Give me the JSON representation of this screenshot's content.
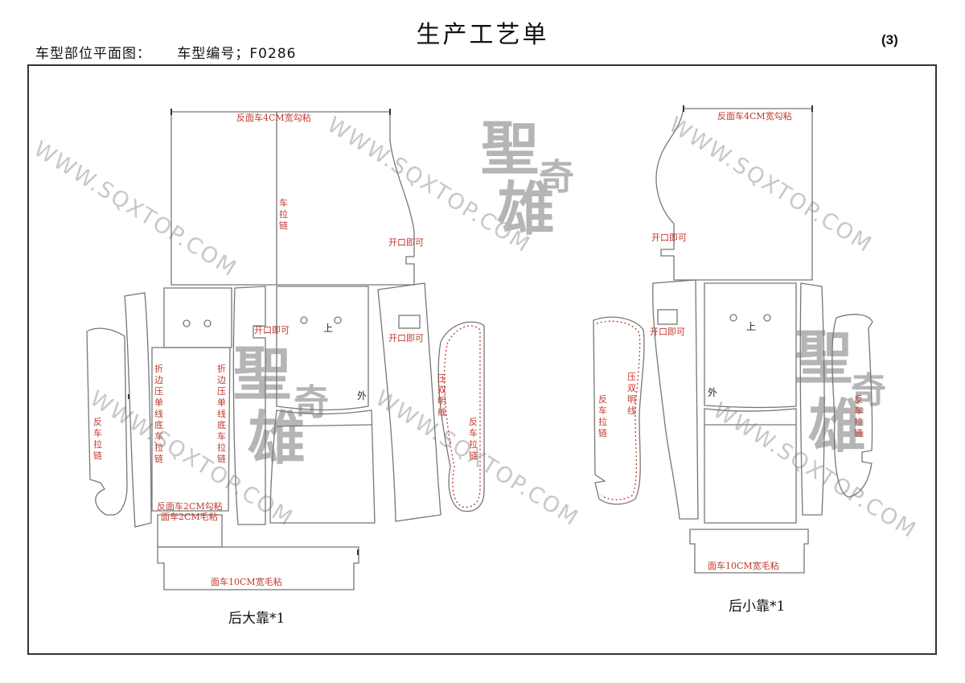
{
  "header": {
    "title": "生产工艺单",
    "page_number": "(3)",
    "label_plan_view": "车型部位平面图：",
    "label_model_number": "车型编号；F0286"
  },
  "watermark": {
    "text": "WWW.SQXTOP.COM",
    "logo_top": "聖",
    "logo_mid": "奇",
    "logo_bottom": "雄"
  },
  "left_piece": {
    "caption": "后大靠*1",
    "top_note": "反面车4CM宽勾粘",
    "zipper_note": "车拉链",
    "opening_right": "开口即可",
    "opening_center": "开口即可",
    "opening_side": "开口即可",
    "up_mark": "上",
    "out_mark": "外",
    "fold_edge_left": "折边压单线底车拉链",
    "fold_edge_right": "折边压单线底车拉链",
    "reverse_zipper_left": "反车拉链",
    "reverse_zipper_right": "反车拉链",
    "double_stitch": "压双明线",
    "bottom_note_1": "反面车2CM勾粘",
    "bottom_note_2": "面车2CM毛粘",
    "base_note": "面车10CM宽毛粘"
  },
  "right_piece": {
    "caption": "后小靠*1",
    "top_note": "反面车4CM宽勾粘",
    "opening_left": "开口即可",
    "opening_side": "开口即可",
    "up_mark": "上",
    "out_mark": "外",
    "reverse_zipper_left": "反车拉链",
    "reverse_zipper_right": "反车拉链",
    "double_stitch": "压双明线",
    "base_note": "面车10CM宽毛粘"
  }
}
